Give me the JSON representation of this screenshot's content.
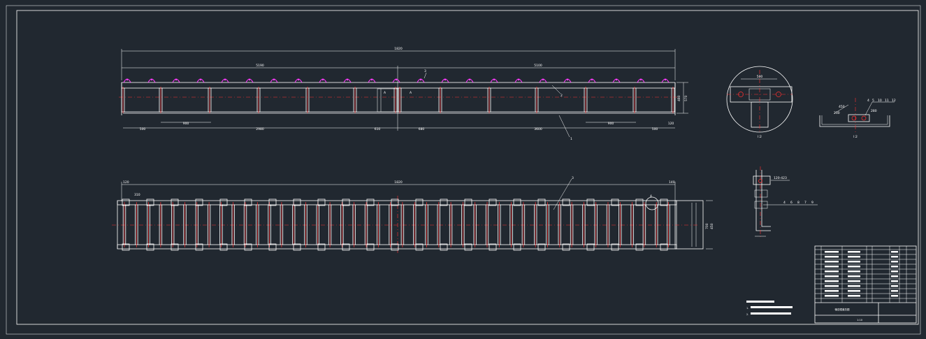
{
  "front_view": {
    "overall_dim": "1820",
    "half_left_dim": "5190",
    "half_right_dim": "5100",
    "bottom_dims": [
      "500",
      "900",
      "2980",
      "610",
      "680",
      "3600",
      "900",
      "500",
      "120"
    ],
    "side_dims": [
      "480",
      "570"
    ],
    "callouts": [
      "1",
      "2",
      "3"
    ],
    "section_marks": [
      "A",
      "A"
    ]
  },
  "plan_view": {
    "overall_dim": "1820",
    "end_dims": [
      "120",
      "310",
      "140"
    ],
    "side_dims": [
      "700",
      "450"
    ],
    "callouts": [
      "3",
      "4"
    ]
  },
  "detail_views": {
    "circle_top_dim": "500",
    "circle_caption": "I:2",
    "section_caption": "I:2",
    "section_dims": [
      "450",
      "230",
      "280"
    ],
    "section_callouts": [
      "4",
      "5",
      "10",
      "11",
      "12"
    ],
    "side_detail_dim": "120-423",
    "side_detail_callouts": [
      "4",
      "6",
      "8",
      "7",
      "9"
    ]
  },
  "notes": [
    "1.",
    "2."
  ],
  "title_block": {
    "drawing_title": "输送辊道总图",
    "scale": "1:10"
  },
  "colors": {
    "background": "#212830",
    "line": "#ffffff",
    "center_line": "#ff3030",
    "roller": "#ff3cff"
  }
}
